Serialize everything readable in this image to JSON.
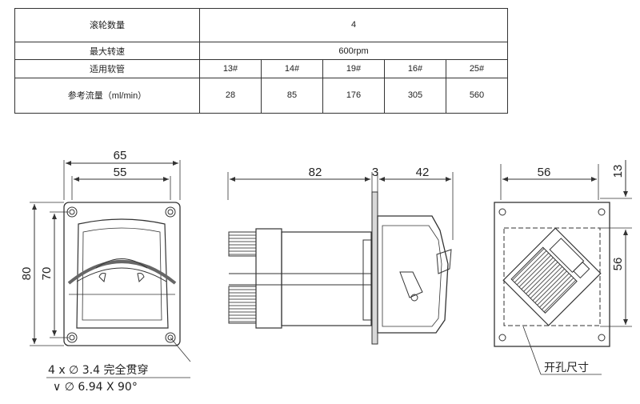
{
  "table": {
    "rollers_label": "滚轮数量",
    "rollers_value": "4",
    "speed_label": "最大转速",
    "speed_value": "600rpm",
    "tube_label": "适用软管",
    "tubes": [
      "13#",
      "14#",
      "19#",
      "16#",
      "25#"
    ],
    "flow_label": "参考流量（ml/min）",
    "flows": [
      "28",
      "85",
      "176",
      "305",
      "560"
    ]
  },
  "front": {
    "width_outer": "65",
    "width_inner": "55",
    "height_outer": "80",
    "height_inner": "70",
    "note1": "4 x ∅ 3.4 完全贯穿",
    "note2": "∨ ∅ 6.94 X 90°"
  },
  "side": {
    "len_a": "82",
    "len_b": "3",
    "len_c": "42"
  },
  "back": {
    "width": "56",
    "height": "56",
    "offset": "13",
    "cutout_label": "开孔尺寸"
  }
}
